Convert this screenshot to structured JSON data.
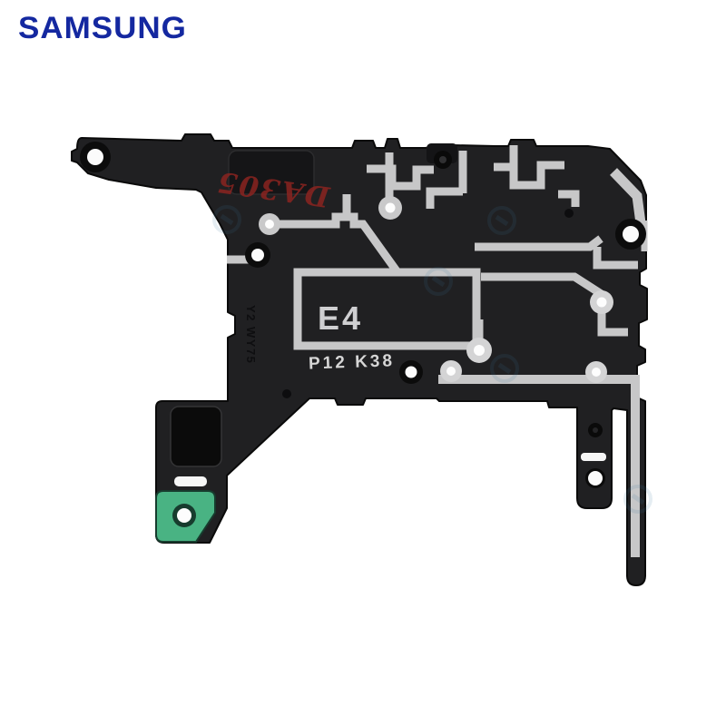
{
  "brand": {
    "logo_text": "SAMSUNG",
    "logo_color": "#1428a0"
  },
  "product_photo": {
    "markings": {
      "size_code": "E4",
      "batch_code": "P12 K38",
      "handwritten_stamp": "DA305",
      "molded_code": "Y2 WY75"
    },
    "colors": {
      "background": "#ffffff",
      "body_black": "#202022",
      "body_dark": "#141416",
      "trace_gray": "#c7c7c8",
      "pad_light": "#d6d6d6",
      "hole_white": "#fdfdfd",
      "foam_green": "#49b383",
      "foam_green_dark": "#173c2e",
      "stamp_red": "#8a2420",
      "marking_gray": "#cfcfd1",
      "watermark_blue": "#3d7a9e"
    }
  }
}
